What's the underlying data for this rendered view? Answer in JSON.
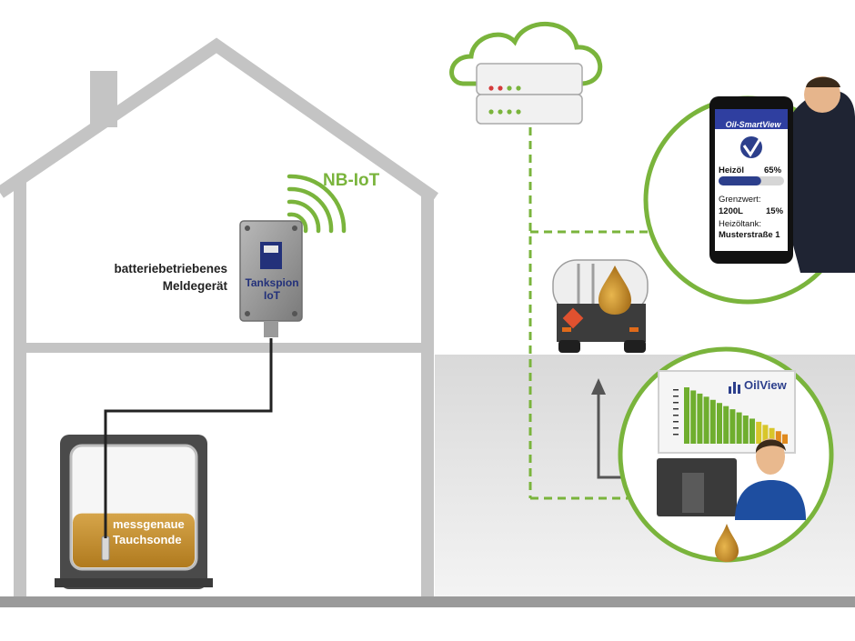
{
  "network_label": "NB-IoT",
  "device": {
    "caption_line1": "batteriebetriebenes",
    "caption_line2": "Meldegerät",
    "name_line1": "Tankspion",
    "name_line2": "IoT"
  },
  "tank": {
    "probe_line1": "messgenaue",
    "probe_line2": "Tauchsonde",
    "fill_level": 0.45
  },
  "smartphone": {
    "app_title": "Oil-SmartView",
    "product": "Heizöl",
    "percent": "65%",
    "fill_level": 0.65,
    "threshold_label": "Grenzwert:",
    "threshold_value": "1200L",
    "threshold_percent": "15%",
    "tank_label": "Heizöltank:",
    "tank_address": "Musterstraße 1"
  },
  "dashboard": {
    "title": "OilView"
  },
  "colors": {
    "accent_green": "#7ab43c",
    "house_gray": "#c4c4c4",
    "oil_amber": "#c9952e",
    "brand_blue": "#2c3f8c"
  }
}
